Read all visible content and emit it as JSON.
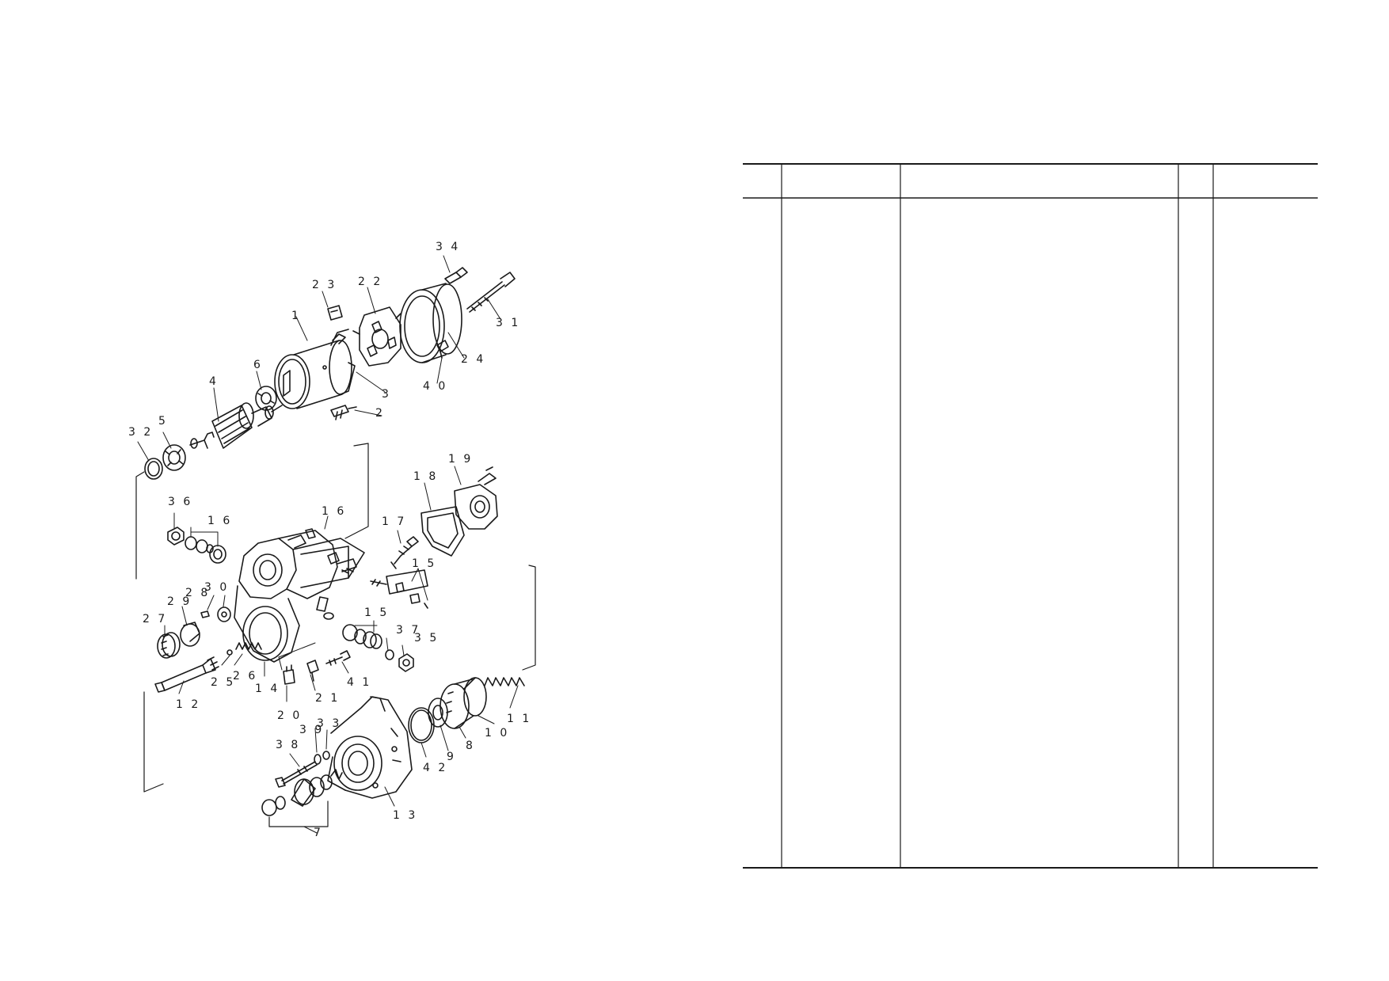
{
  "colors": {
    "ink": "#1a1a1a",
    "paper": "#ffffff"
  },
  "callouts": [
    {
      "id": "c34",
      "label": "3 4"
    },
    {
      "id": "c23",
      "label": "2 3"
    },
    {
      "id": "c22",
      "label": "2 2"
    },
    {
      "id": "c1",
      "label": "1"
    },
    {
      "id": "c31",
      "label": "3 1"
    },
    {
      "id": "c24",
      "label": "2 4"
    },
    {
      "id": "c6",
      "label": "6"
    },
    {
      "id": "c4",
      "label": "4"
    },
    {
      "id": "c3",
      "label": "3"
    },
    {
      "id": "c40",
      "label": "4 0"
    },
    {
      "id": "c2",
      "label": "2"
    },
    {
      "id": "c5",
      "label": "5"
    },
    {
      "id": "c32",
      "label": "3 2"
    },
    {
      "id": "c19",
      "label": "1 9"
    },
    {
      "id": "c18",
      "label": "1 8"
    },
    {
      "id": "c36",
      "label": "3 6"
    },
    {
      "id": "c16a",
      "label": "1 6"
    },
    {
      "id": "c16b",
      "label": "1 6"
    },
    {
      "id": "c17",
      "label": "1 7"
    },
    {
      "id": "c15a",
      "label": "1 5"
    },
    {
      "id": "c30",
      "label": "3 0"
    },
    {
      "id": "c28",
      "label": "2 8"
    },
    {
      "id": "c29",
      "label": "2 9"
    },
    {
      "id": "c27",
      "label": "2 7"
    },
    {
      "id": "c15b",
      "label": "1 5"
    },
    {
      "id": "c37",
      "label": "3 7"
    },
    {
      "id": "c35",
      "label": "3 5"
    },
    {
      "id": "c25",
      "label": "2 5"
    },
    {
      "id": "c26",
      "label": "2 6"
    },
    {
      "id": "c14",
      "label": "1 4"
    },
    {
      "id": "c41",
      "label": "4 1"
    },
    {
      "id": "c12",
      "label": "1 2"
    },
    {
      "id": "c11",
      "label": "1 1"
    },
    {
      "id": "c10",
      "label": "1 0"
    },
    {
      "id": "c20",
      "label": "2 0"
    },
    {
      "id": "c21",
      "label": "2 1"
    },
    {
      "id": "c8",
      "label": "8"
    },
    {
      "id": "c9",
      "label": "9"
    },
    {
      "id": "c42",
      "label": "4 2"
    },
    {
      "id": "c39",
      "label": "3 9"
    },
    {
      "id": "c33",
      "label": "3 3"
    },
    {
      "id": "c38",
      "label": "3 8"
    },
    {
      "id": "c13",
      "label": "1 3"
    },
    {
      "id": "c7",
      "label": "7"
    }
  ]
}
